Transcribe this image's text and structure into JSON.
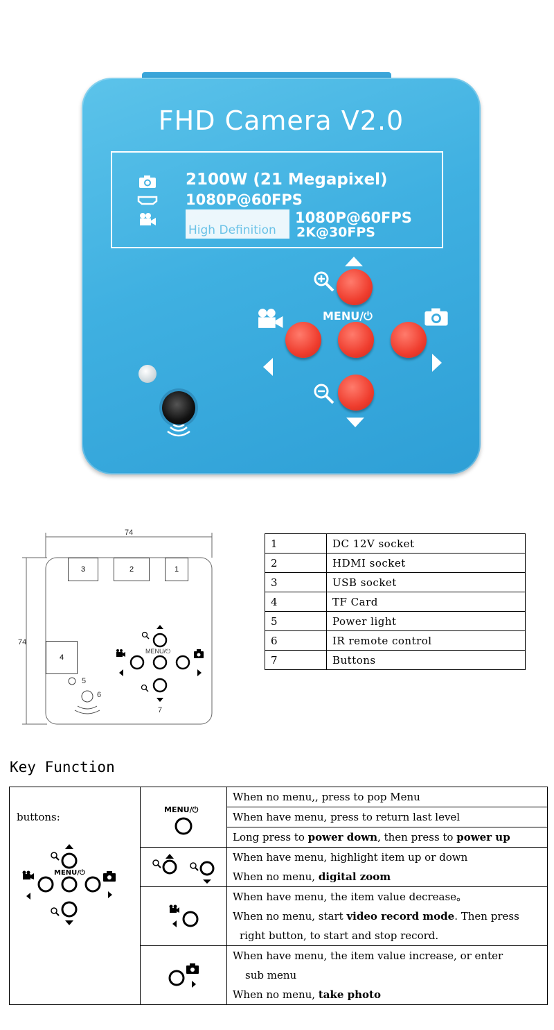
{
  "camera": {
    "title": "FHD Camera V2.0",
    "spec_photo": "2100W (21 Megapixel)",
    "spec_hdmi": "1080P@60FPS",
    "badge": "High Definition",
    "spec_video_1": "1080P@60FPS",
    "spec_video_2": "2K@30FPS",
    "menu_label": "MENU/⏻",
    "body_color": "#3fb0e1",
    "button_color": "#ef3d2e"
  },
  "drawing": {
    "width_label": "74",
    "height_label": "74",
    "ports": [
      {
        "label": "3"
      },
      {
        "label": "2"
      },
      {
        "label": "1"
      },
      {
        "label": "4"
      }
    ],
    "power_light_label": "5",
    "ir_label": "6",
    "buttons_label": "7",
    "menu_label": "MENU/⏻"
  },
  "ports_table": [
    {
      "num": "1",
      "desc": "DC 12V socket"
    },
    {
      "num": "2",
      "desc": "HDMI socket"
    },
    {
      "num": "3",
      "desc": "USB socket"
    },
    {
      "num": "4",
      "desc": "TF Card"
    },
    {
      "num": "5",
      "desc": "Power light"
    },
    {
      "num": "6",
      "desc": "IR remote control"
    },
    {
      "num": "7",
      "desc": "Buttons"
    }
  ],
  "key_function": {
    "title": "Key Function",
    "buttons_label": "buttons:",
    "menu_label": "MENU/⏻",
    "menu": {
      "line1": "When no menu,, press to pop Menu",
      "line2": "When have menu, press to return last level",
      "line3_a": "Long press to ",
      "line3_b": "power down",
      "line3_c": ", then press to ",
      "line3_d": "power up"
    },
    "zoom": {
      "line1": "When have menu, highlight item up or down",
      "line2_a": "When no menu, ",
      "line2_b": "digital zoom"
    },
    "video": {
      "line1": "When have menu, the item value decrease。",
      "line2_a": "When no menu, start ",
      "line2_b": "video record mode",
      "line2_c": ". Then press",
      "line3": "right button, to start and stop record."
    },
    "photo": {
      "line1": "When have menu, the item value increase, or enter",
      "line2": "sub menu",
      "line3_a": "When no menu, ",
      "line3_b": "take photo"
    }
  }
}
